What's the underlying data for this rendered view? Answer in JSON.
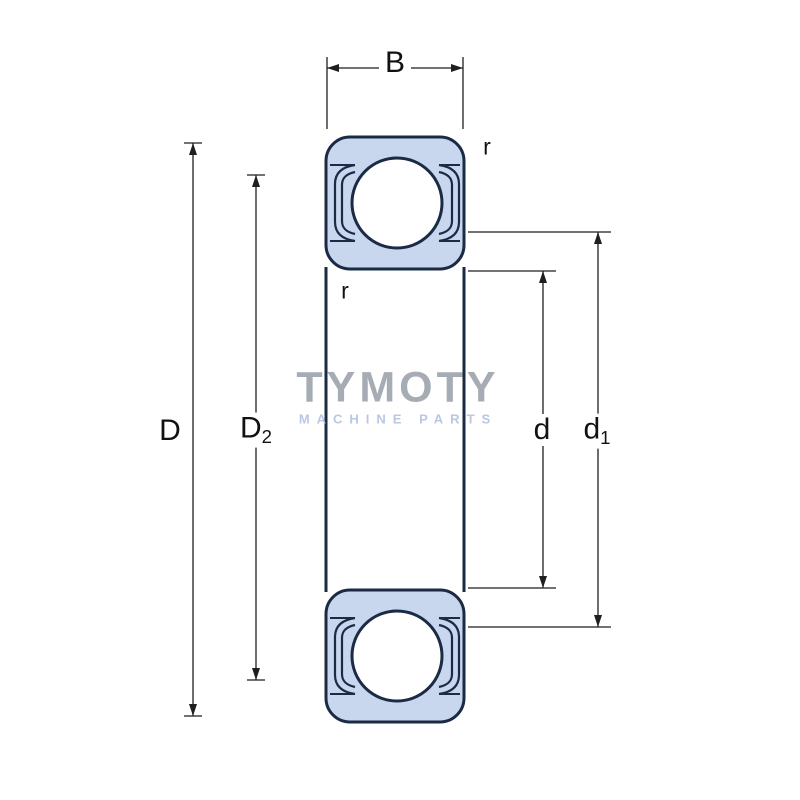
{
  "watermark": {
    "title": "TYMOTY",
    "subtitle": "MACHINE PARTS"
  },
  "dimensions": {
    "width": "B",
    "outer_diameter": "D",
    "shoulder_diameter_main": "D",
    "shoulder_diameter_sub": "2",
    "bore_diameter": "d",
    "inner_shoulder_main": "d",
    "inner_shoulder_sub": "1",
    "corner_radius_top": "r",
    "corner_radius_bottom": "r"
  },
  "colors": {
    "section_fill": "#c8d6ee",
    "outline": "#1c2b45",
    "dimension_line": "#1f1f1f",
    "watermark_title": "#a2a8b0",
    "watermark_subtitle": "#b6c5e2",
    "background": "#ffffff"
  }
}
